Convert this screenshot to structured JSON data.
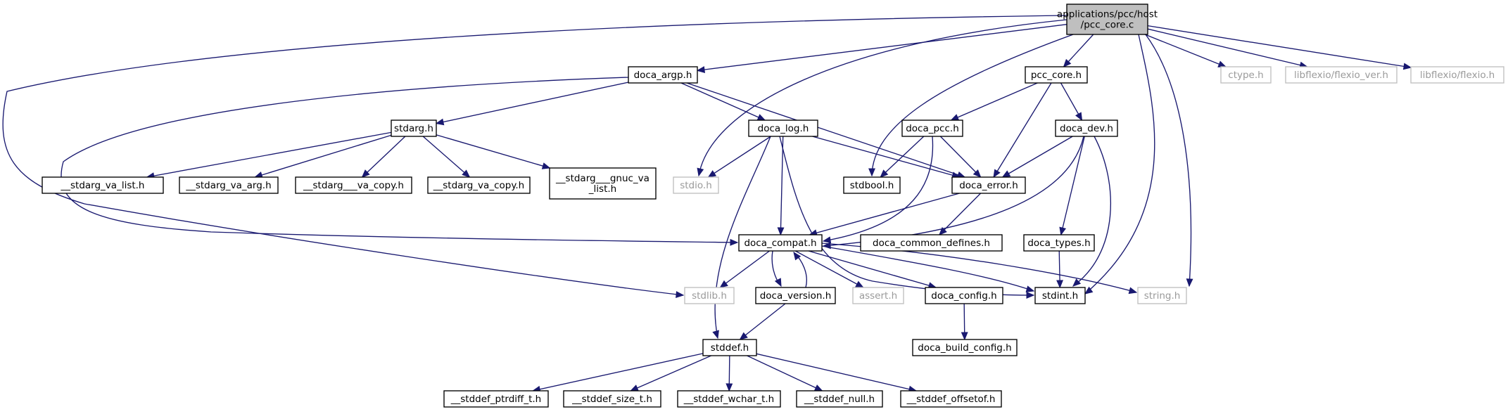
{
  "graph": {
    "nodes": {
      "root": {
        "lines": [
          "applications/pcc/host",
          "/pcc_core.c"
        ],
        "style": "root"
      },
      "doca_argp": {
        "lines": [
          "doca_argp.h"
        ],
        "style": "doc"
      },
      "pcc_core_h": {
        "lines": [
          "pcc_core.h"
        ],
        "style": "doc"
      },
      "ctype": {
        "lines": [
          "ctype.h"
        ],
        "style": "ext"
      },
      "flexio_ver": {
        "lines": [
          "libflexio/flexio_ver.h"
        ],
        "style": "ext"
      },
      "flexio": {
        "lines": [
          "libflexio/flexio.h"
        ],
        "style": "ext"
      },
      "stdarg": {
        "lines": [
          "stdarg.h"
        ],
        "style": "doc"
      },
      "doca_log": {
        "lines": [
          "doca_log.h"
        ],
        "style": "doc"
      },
      "doca_pcc": {
        "lines": [
          "doca_pcc.h"
        ],
        "style": "doc"
      },
      "doca_dev": {
        "lines": [
          "doca_dev.h"
        ],
        "style": "doc"
      },
      "va_list": {
        "lines": [
          "__stdarg_va_list.h"
        ],
        "style": "doc"
      },
      "va_arg": {
        "lines": [
          "__stdarg_va_arg.h"
        ],
        "style": "doc"
      },
      "u_va_copy": {
        "lines": [
          "__stdarg___va_copy.h"
        ],
        "style": "doc"
      },
      "va_copy": {
        "lines": [
          "__stdarg_va_copy.h"
        ],
        "style": "doc"
      },
      "gnuc": {
        "lines": [
          "__stdarg___gnuc_va",
          "_list.h"
        ],
        "style": "doc"
      },
      "stdio": {
        "lines": [
          "stdio.h"
        ],
        "style": "ext"
      },
      "stdbool": {
        "lines": [
          "stdbool.h"
        ],
        "style": "doc"
      },
      "doca_error": {
        "lines": [
          "doca_error.h"
        ],
        "style": "doc"
      },
      "doca_compat": {
        "lines": [
          "doca_compat.h"
        ],
        "style": "doc"
      },
      "common_defines": {
        "lines": [
          "doca_common_defines.h"
        ],
        "style": "doc"
      },
      "doca_types": {
        "lines": [
          "doca_types.h"
        ],
        "style": "doc"
      },
      "stdlib": {
        "lines": [
          "stdlib.h"
        ],
        "style": "ext"
      },
      "doca_version": {
        "lines": [
          "doca_version.h"
        ],
        "style": "doc"
      },
      "assert": {
        "lines": [
          "assert.h"
        ],
        "style": "ext"
      },
      "doca_config": {
        "lines": [
          "doca_config.h"
        ],
        "style": "doc"
      },
      "stdint": {
        "lines": [
          "stdint.h"
        ],
        "style": "doc"
      },
      "string": {
        "lines": [
          "string.h"
        ],
        "style": "ext"
      },
      "build_config": {
        "lines": [
          "doca_build_config.h"
        ],
        "style": "doc"
      },
      "stddef": {
        "lines": [
          "stddef.h"
        ],
        "style": "doc"
      },
      "ptrdiff": {
        "lines": [
          "__stddef_ptrdiff_t.h"
        ],
        "style": "doc"
      },
      "size_t": {
        "lines": [
          "__stddef_size_t.h"
        ],
        "style": "doc"
      },
      "wchar": {
        "lines": [
          "__stddef_wchar_t.h"
        ],
        "style": "doc"
      },
      "null": {
        "lines": [
          "__stddef_null.h"
        ],
        "style": "doc"
      },
      "offsetof": {
        "lines": [
          "__stddef_offsetof.h"
        ],
        "style": "doc"
      }
    },
    "edges": [
      [
        "root",
        "doca_argp"
      ],
      [
        "root",
        "pcc_core_h"
      ],
      [
        "root",
        "ctype"
      ],
      [
        "root",
        "flexio_ver"
      ],
      [
        "root",
        "flexio"
      ],
      [
        "root",
        "stdio"
      ],
      [
        "root",
        "stdbool"
      ],
      [
        "root",
        "stdlib"
      ],
      [
        "root",
        "stdint"
      ],
      [
        "root",
        "string"
      ],
      [
        "doca_argp",
        "stdarg"
      ],
      [
        "doca_argp",
        "doca_log"
      ],
      [
        "doca_argp",
        "doca_error"
      ],
      [
        "doca_argp",
        "doca_compat"
      ],
      [
        "stdarg",
        "va_list"
      ],
      [
        "stdarg",
        "va_arg"
      ],
      [
        "stdarg",
        "u_va_copy"
      ],
      [
        "stdarg",
        "va_copy"
      ],
      [
        "stdarg",
        "gnuc"
      ],
      [
        "doca_log",
        "stdio"
      ],
      [
        "doca_log",
        "doca_error"
      ],
      [
        "doca_log",
        "doca_compat"
      ],
      [
        "doca_log",
        "stdint"
      ],
      [
        "doca_log",
        "stddef"
      ],
      [
        "pcc_core_h",
        "doca_pcc"
      ],
      [
        "pcc_core_h",
        "doca_error"
      ],
      [
        "pcc_core_h",
        "doca_dev"
      ],
      [
        "doca_pcc",
        "stdbool"
      ],
      [
        "doca_pcc",
        "doca_error"
      ],
      [
        "doca_pcc",
        "doca_compat"
      ],
      [
        "doca_dev",
        "doca_error"
      ],
      [
        "doca_dev",
        "doca_compat"
      ],
      [
        "doca_dev",
        "doca_types"
      ],
      [
        "doca_dev",
        "stdint"
      ],
      [
        "doca_error",
        "doca_compat"
      ],
      [
        "doca_error",
        "common_defines"
      ],
      [
        "doca_types",
        "stdint"
      ],
      [
        "doca_compat",
        "stdlib"
      ],
      [
        "doca_compat",
        "doca_version"
      ],
      [
        "doca_compat",
        "assert"
      ],
      [
        "doca_compat",
        "doca_config"
      ],
      [
        "doca_compat",
        "stdint"
      ],
      [
        "doca_compat",
        "string"
      ],
      [
        "doca_version",
        "doca_compat"
      ],
      [
        "doca_version",
        "stddef"
      ],
      [
        "doca_config",
        "build_config"
      ],
      [
        "stddef",
        "ptrdiff"
      ],
      [
        "stddef",
        "size_t"
      ],
      [
        "stddef",
        "wchar"
      ],
      [
        "stddef",
        "null"
      ],
      [
        "stddef",
        "offsetof"
      ]
    ]
  }
}
